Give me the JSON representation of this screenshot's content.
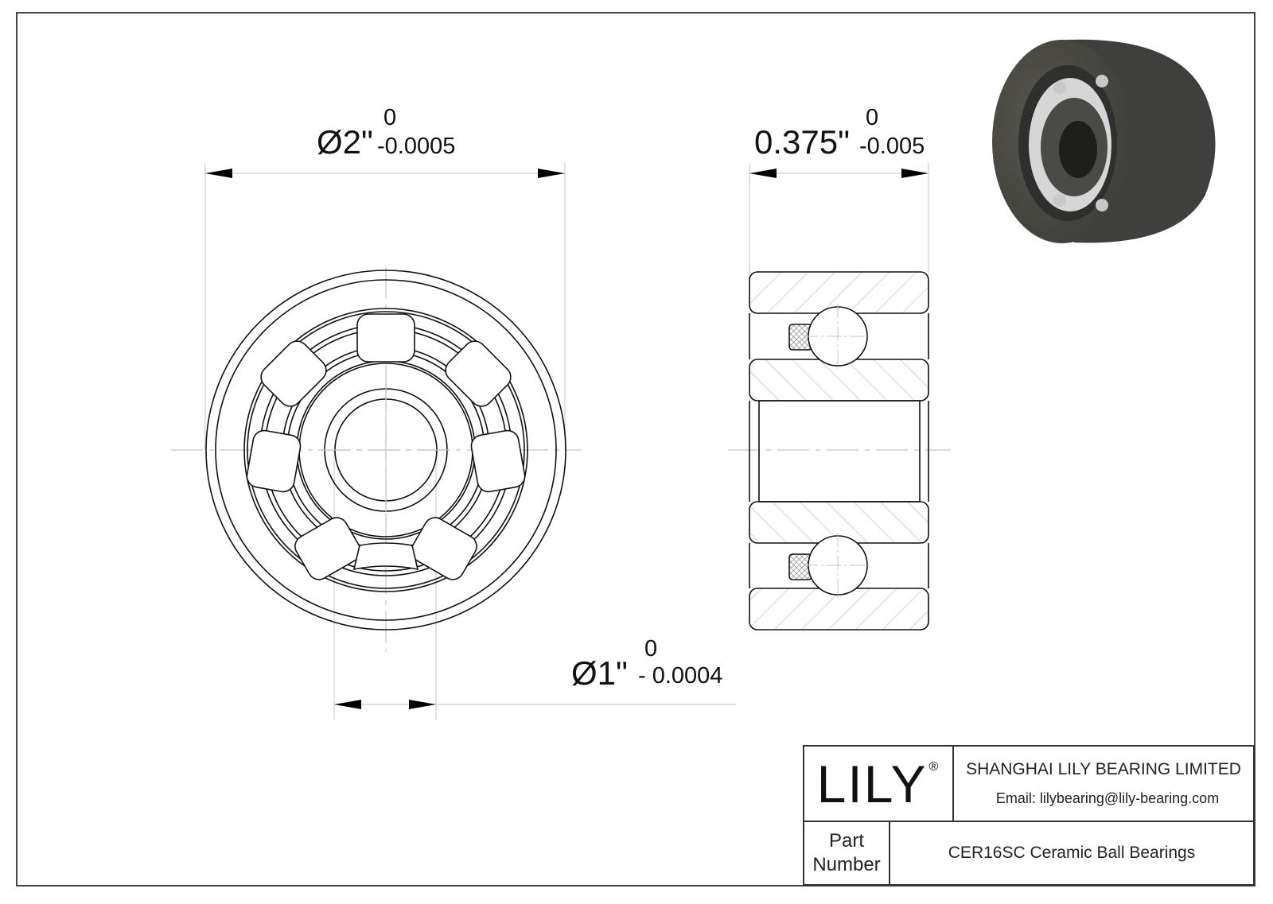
{
  "drawing": {
    "type": "bearing-technical-drawing",
    "views": [
      "front-view",
      "section-view",
      "3d-render"
    ]
  },
  "dimensions": {
    "outer_diameter": {
      "symbol": "Ø",
      "value": "2\"",
      "upper_tol": "0",
      "lower_tol": "-0.0005"
    },
    "width": {
      "symbol": "",
      "value": "0.375\"",
      "upper_tol": "0",
      "lower_tol": "-0.005"
    },
    "bore_diameter": {
      "symbol": "Ø",
      "value": "1\"",
      "upper_tol": "0",
      "lower_tol": "- 0.0004"
    }
  },
  "title_block": {
    "logo": "LILY",
    "logo_mark": "®",
    "company": "SHANGHAI LILY BEARING LIMITED",
    "email": "Email: lilybearing@lily-bearing.com",
    "part_label_line1": "Part",
    "part_label_line2": "Number",
    "part_number": "CER16SC Ceramic Ball Bearings"
  },
  "colors": {
    "line": "#111111",
    "center_line": "#bdbdbd",
    "hatch": "#b0b0b0",
    "render_body": "#4a4a48",
    "render_dark": "#2a2a29",
    "ball": "#d8d8d8"
  }
}
